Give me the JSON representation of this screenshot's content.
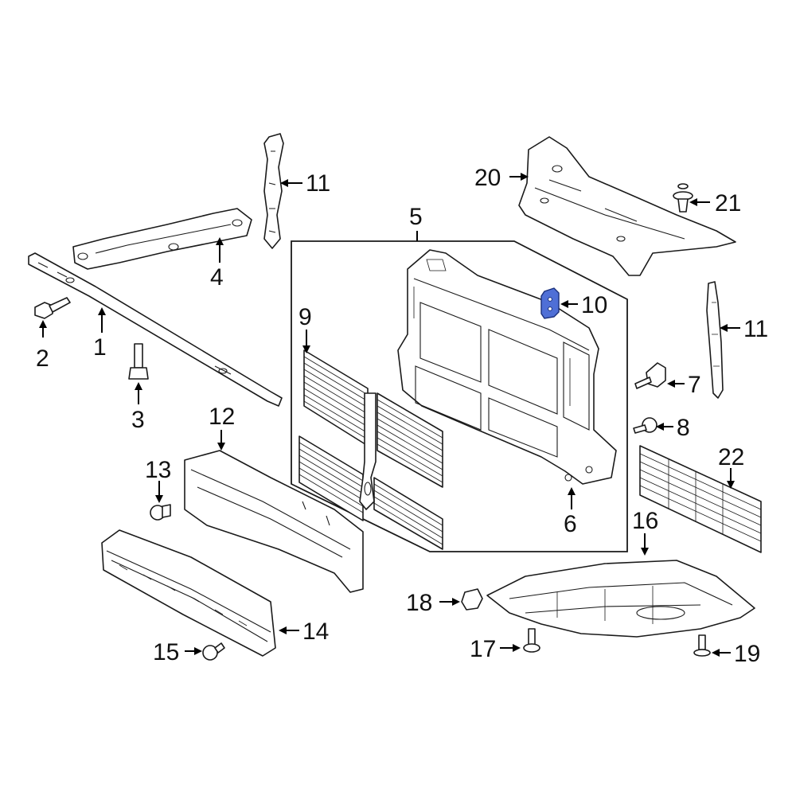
{
  "callouts": {
    "c1": "1",
    "c2": "2",
    "c3": "3",
    "c4": "4",
    "c5": "5",
    "c6": "6",
    "c7": "7",
    "c8": "8",
    "c9": "9",
    "c10": "10",
    "c11a": "11",
    "c11b": "11",
    "c12": "12",
    "c13": "13",
    "c14": "14",
    "c15": "15",
    "c16": "16",
    "c17": "17",
    "c18": "18",
    "c19": "19",
    "c20": "20",
    "c21": "21",
    "c22": "22"
  },
  "colors": {
    "highlight": "#4f6fd6",
    "line": "#1a1a1a",
    "background": "#ffffff"
  }
}
